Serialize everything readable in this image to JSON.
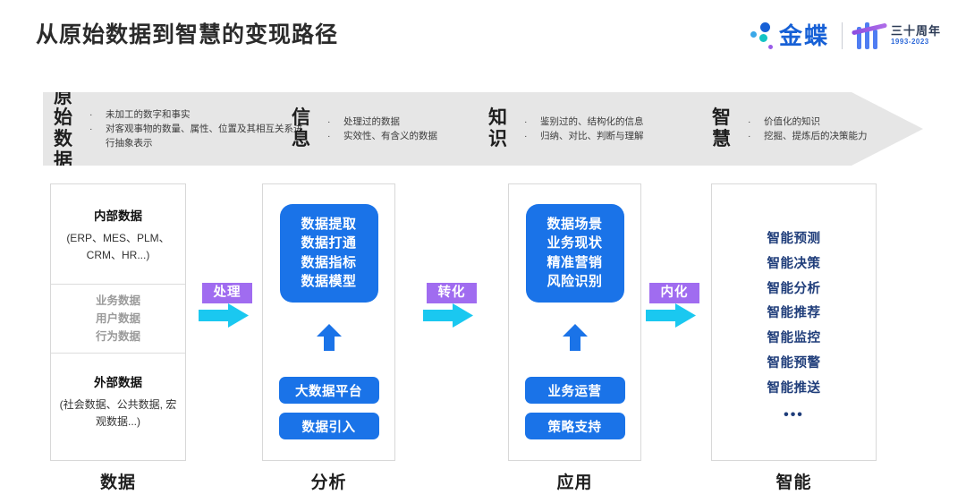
{
  "header": {
    "title": "从原始数据到智慧的变现路径",
    "logo": {
      "word": "金蝶",
      "anniversary_title": "三十周年",
      "anniversary_years": "1993-2023"
    }
  },
  "banner": {
    "stages": [
      {
        "name_line1": "原始",
        "name_line2": "数据",
        "bullets": [
          "未加工的数字和事实",
          "对客观事物的数量、属性、位置及其相互关系进行抽象表示"
        ]
      },
      {
        "name_line1": "信",
        "name_line2": "息",
        "bullets": [
          "处理过的数据",
          "实效性、有含义的数据"
        ]
      },
      {
        "name_line1": "知",
        "name_line2": "识",
        "bullets": [
          "鉴别过的、结构化的信息",
          "归纳、对比、判断与理解"
        ]
      },
      {
        "name_line1": "智",
        "name_line2": "慧",
        "bullets": [
          "价值化的知识",
          "挖掘、提炼后的决策能力"
        ]
      }
    ],
    "bullet_glyph": "·"
  },
  "columns": {
    "data": {
      "footer": "数据",
      "internal": {
        "title": "内部数据",
        "subtitle": "(ERP、MES、PLM、CRM、HR...)"
      },
      "middle": [
        "业务数据",
        "用户数据",
        "行为数据"
      ],
      "external": {
        "title": "外部数据",
        "subtitle": "(社会数据、公共数据, 宏观数据...)"
      }
    },
    "analysis": {
      "footer": "分析",
      "card_lines": [
        "数据提取",
        "数据打通",
        "数据指标",
        "数据模型"
      ],
      "pill_top": "大数据平台",
      "pill_bottom": "数据引入"
    },
    "application": {
      "footer": "应用",
      "card_lines": [
        "数据场景",
        "业务现状",
        "精准营销",
        "风险识别"
      ],
      "pill_top": "业务运营",
      "pill_bottom": "策略支持"
    },
    "intelligence": {
      "footer": "智能",
      "items": [
        "智能预测",
        "智能决策",
        "智能分析",
        "智能推荐",
        "智能监控",
        "智能预警",
        "智能推送"
      ],
      "ellipsis": "•••"
    }
  },
  "connectors": [
    {
      "label": "处理"
    },
    {
      "label": "转化"
    },
    {
      "label": "内化"
    }
  ],
  "colors": {
    "brand_blue": "#1660d6",
    "card_blue": "#1a73e8",
    "arrow_cyan": "#1ac8f0",
    "badge_purple": "#a06cf0",
    "banner_gray": "#e6e6e6",
    "navy_text": "#1f3d7a",
    "muted_gray": "#9a9a9a"
  }
}
